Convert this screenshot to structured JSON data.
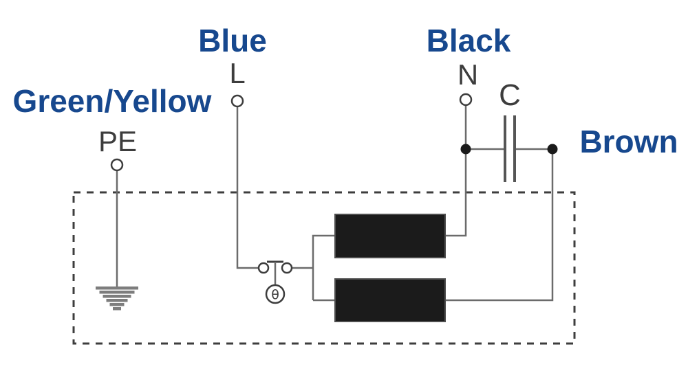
{
  "diagram": {
    "kind": "appliance-power-wiring-schematic",
    "terminals": [
      {
        "id": "pe",
        "wire_color_label": "Green/Yellow",
        "terminal_label": "PE"
      },
      {
        "id": "live",
        "wire_color_label": "Blue",
        "terminal_label": "L"
      },
      {
        "id": "neutral",
        "wire_color_label": "Black",
        "terminal_label": "N"
      }
    ],
    "capacitor": {
      "label": "C"
    },
    "brown_wire": {
      "wire_color_label": "Brown"
    },
    "thermal_protector": {
      "symbol": "θ"
    },
    "icon_names": [
      "earth-ground-icon",
      "thermal-protector-icon",
      "capacitor-icon",
      "winding-coil-top",
      "winding-coil-bottom",
      "dashed-enclosure-outline"
    ]
  },
  "colors": {
    "label_blue": "#17488e",
    "symbol_gray": "#3d3d3d",
    "wire_gray": "#6b6b6b",
    "ground_gray": "#7d7d7d",
    "winding_fill": "#1b1b1b",
    "winding_stroke": "#4f4f4f",
    "background": "#ffffff"
  }
}
